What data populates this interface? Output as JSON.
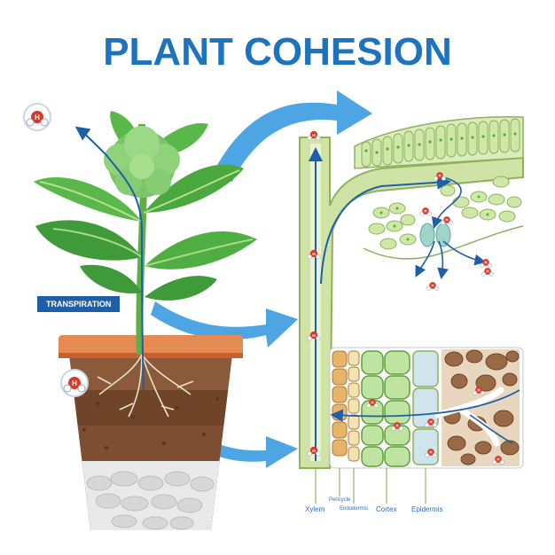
{
  "title": "PLANT COHESION",
  "transpiration_label": "TRANSPIRATION",
  "tissue_labels": {
    "xylem": "Xylem",
    "pericycle": "Pericycle",
    "endodermis": "Endodermis",
    "cortex": "Cortex",
    "epidermis": "Epidermis"
  },
  "molecule_label": "H",
  "colors": {
    "title": "#1e73be",
    "arrow": "#3a9be0",
    "flow": "#1f5fa8",
    "xylem_fill": "#cfe3a6",
    "xylem_stroke": "#8fb05c",
    "leaf_dark": "#3f9a3a",
    "leaf_light": "#6cc05a",
    "pot": "#d9713a",
    "pot_rim": "#e48a52",
    "soil": "#8a5a3a",
    "pebbles": "#d7d7d7",
    "cell_green": "#cfe8a8",
    "chloroplast": "#4caf3f",
    "epidermis_blue": "#cfe4ec",
    "pericycle_tan": "#e6b46a",
    "soil_particles": "#9a6a46",
    "molecule_red": "#d9392b",
    "label_blue": "#2f6fb0"
  },
  "icons": [
    "water-molecule-icon",
    "flow-arrow-icon"
  ]
}
